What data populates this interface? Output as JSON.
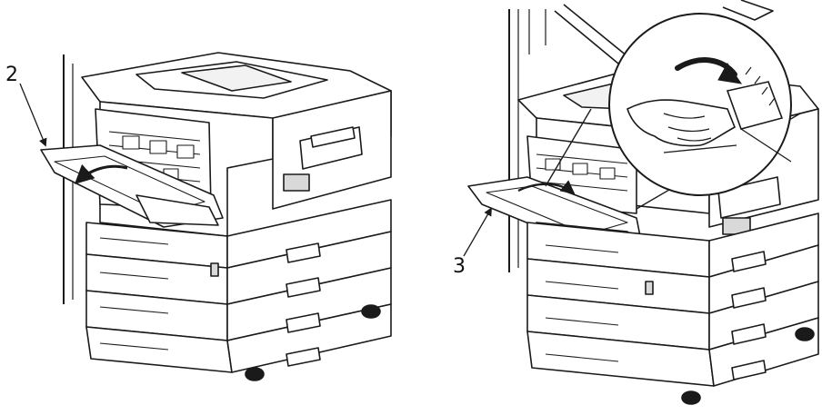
{
  "callouts": {
    "step_2": "2",
    "step_3": "3"
  },
  "colors": {
    "line": "#1a1a1a",
    "fill": "#ffffff",
    "shade": "#d9d9d9",
    "background": "#ffffff"
  },
  "icons": [
    "printer-illustration",
    "rotate-arrow-icon",
    "magnifier-detail"
  ]
}
